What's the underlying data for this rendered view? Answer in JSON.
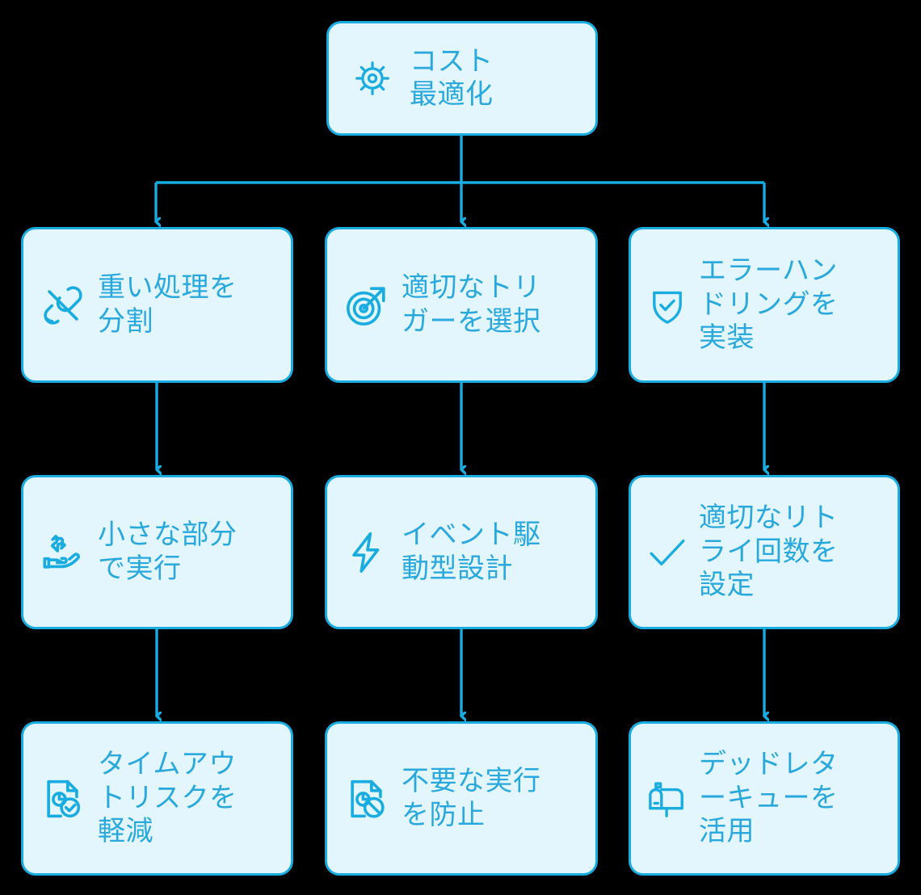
{
  "diagram": {
    "type": "flowchart-tree",
    "title": "コスト最適化",
    "orientation": "top-down",
    "columns": 3,
    "rows": 4,
    "colors": {
      "node_fill": "#e3f6fd",
      "node_border": "#19ace0",
      "text": "#29a8dd",
      "edge": "#19ace0",
      "background": "#000000"
    }
  },
  "nodes": {
    "root": {
      "id": "root",
      "label": "コスト\n最適化",
      "icon": "gear-sun-icon"
    },
    "col1": [
      {
        "id": "c1r2",
        "label": "重い処理を\n分割",
        "icon": "split-link-icon"
      },
      {
        "id": "c1r3",
        "label": "小さな部分\nで実行",
        "icon": "hand-puzzle-icon"
      },
      {
        "id": "c1r4",
        "label": "タイムアウ\nトリスクを\n軽減",
        "icon": "document-clock-check-icon"
      }
    ],
    "col2": [
      {
        "id": "c2r2",
        "label": "適切なトリ\nガーを選択",
        "icon": "target-arrow-icon"
      },
      {
        "id": "c2r3",
        "label": "イベント駆\n動型設計",
        "icon": "lightning-bolt-icon"
      },
      {
        "id": "c2r4",
        "label": "不要な実行\nを防止",
        "icon": "document-clock-block-icon"
      }
    ],
    "col3": [
      {
        "id": "c3r2",
        "label": "エラーハン\nドリングを\n実装",
        "icon": "shield-check-icon"
      },
      {
        "id": "c3r3",
        "label": "適切なリト\nライ回数を\n設定",
        "icon": "checkmark-icon"
      },
      {
        "id": "c3r4",
        "label": "デッドレタ\nーキューを\n活用",
        "icon": "mailbox-icon"
      }
    ]
  },
  "edges": [
    {
      "from": "root",
      "to": "c1r2",
      "style": "elbow-arrow"
    },
    {
      "from": "root",
      "to": "c2r2",
      "style": "straight-arrow"
    },
    {
      "from": "root",
      "to": "c3r2",
      "style": "elbow-arrow"
    },
    {
      "from": "c1r2",
      "to": "c1r3",
      "style": "straight-arrow"
    },
    {
      "from": "c1r3",
      "to": "c1r4",
      "style": "straight-arrow"
    },
    {
      "from": "c2r2",
      "to": "c2r3",
      "style": "straight-arrow"
    },
    {
      "from": "c2r3",
      "to": "c2r4",
      "style": "straight-arrow"
    },
    {
      "from": "c3r2",
      "to": "c3r3",
      "style": "straight-arrow"
    },
    {
      "from": "c3r3",
      "to": "c3r4",
      "style": "straight-arrow"
    }
  ]
}
